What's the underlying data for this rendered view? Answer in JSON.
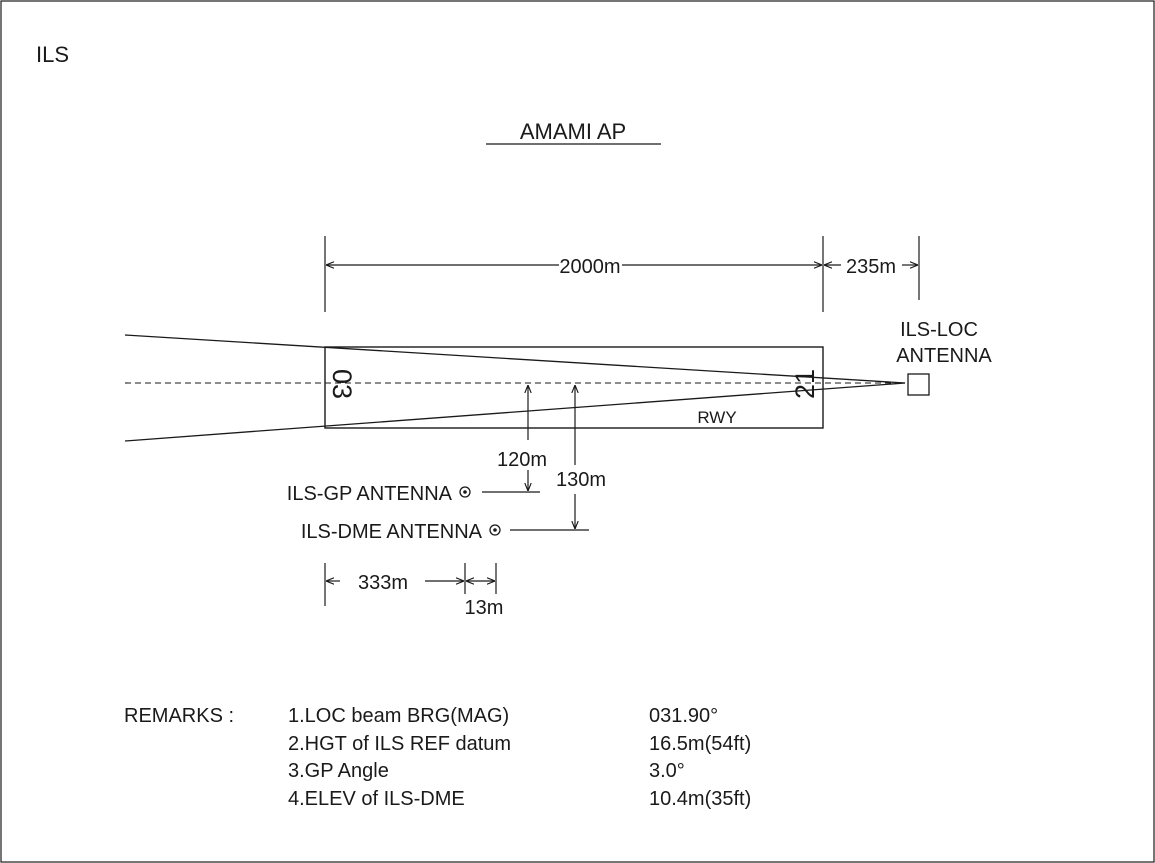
{
  "section_label": "ILS",
  "airport_title": "AMAMI AP",
  "runway": {
    "label": "RWY",
    "end_west": "03",
    "end_east": "21"
  },
  "dimensions": {
    "runway_length": "2000m",
    "loc_offset": "235m",
    "gp_offset": "120m",
    "dme_offset": "130m",
    "gp_from_threshold": "333m",
    "dme_from_gp": "13m"
  },
  "antennas": {
    "loc_line1": "ILS-LOC",
    "loc_line2": "ANTENNA",
    "gp": "ILS-GP ANTENNA",
    "dme": "ILS-DME ANTENNA"
  },
  "remarks": {
    "heading": "REMARKS :",
    "items": [
      {
        "label": "1.LOC beam BRG(MAG)",
        "value": "031.90°"
      },
      {
        "label": "2.HGT of ILS REF datum",
        "value": "16.5m(54ft)"
      },
      {
        "label": "3.GP Angle",
        "value": "3.0°"
      },
      {
        "label": "4.ELEV of ILS-DME",
        "value": "10.4m(35ft)"
      }
    ]
  },
  "colors": {
    "line": "#1a1a1a",
    "background": "#ffffff"
  }
}
